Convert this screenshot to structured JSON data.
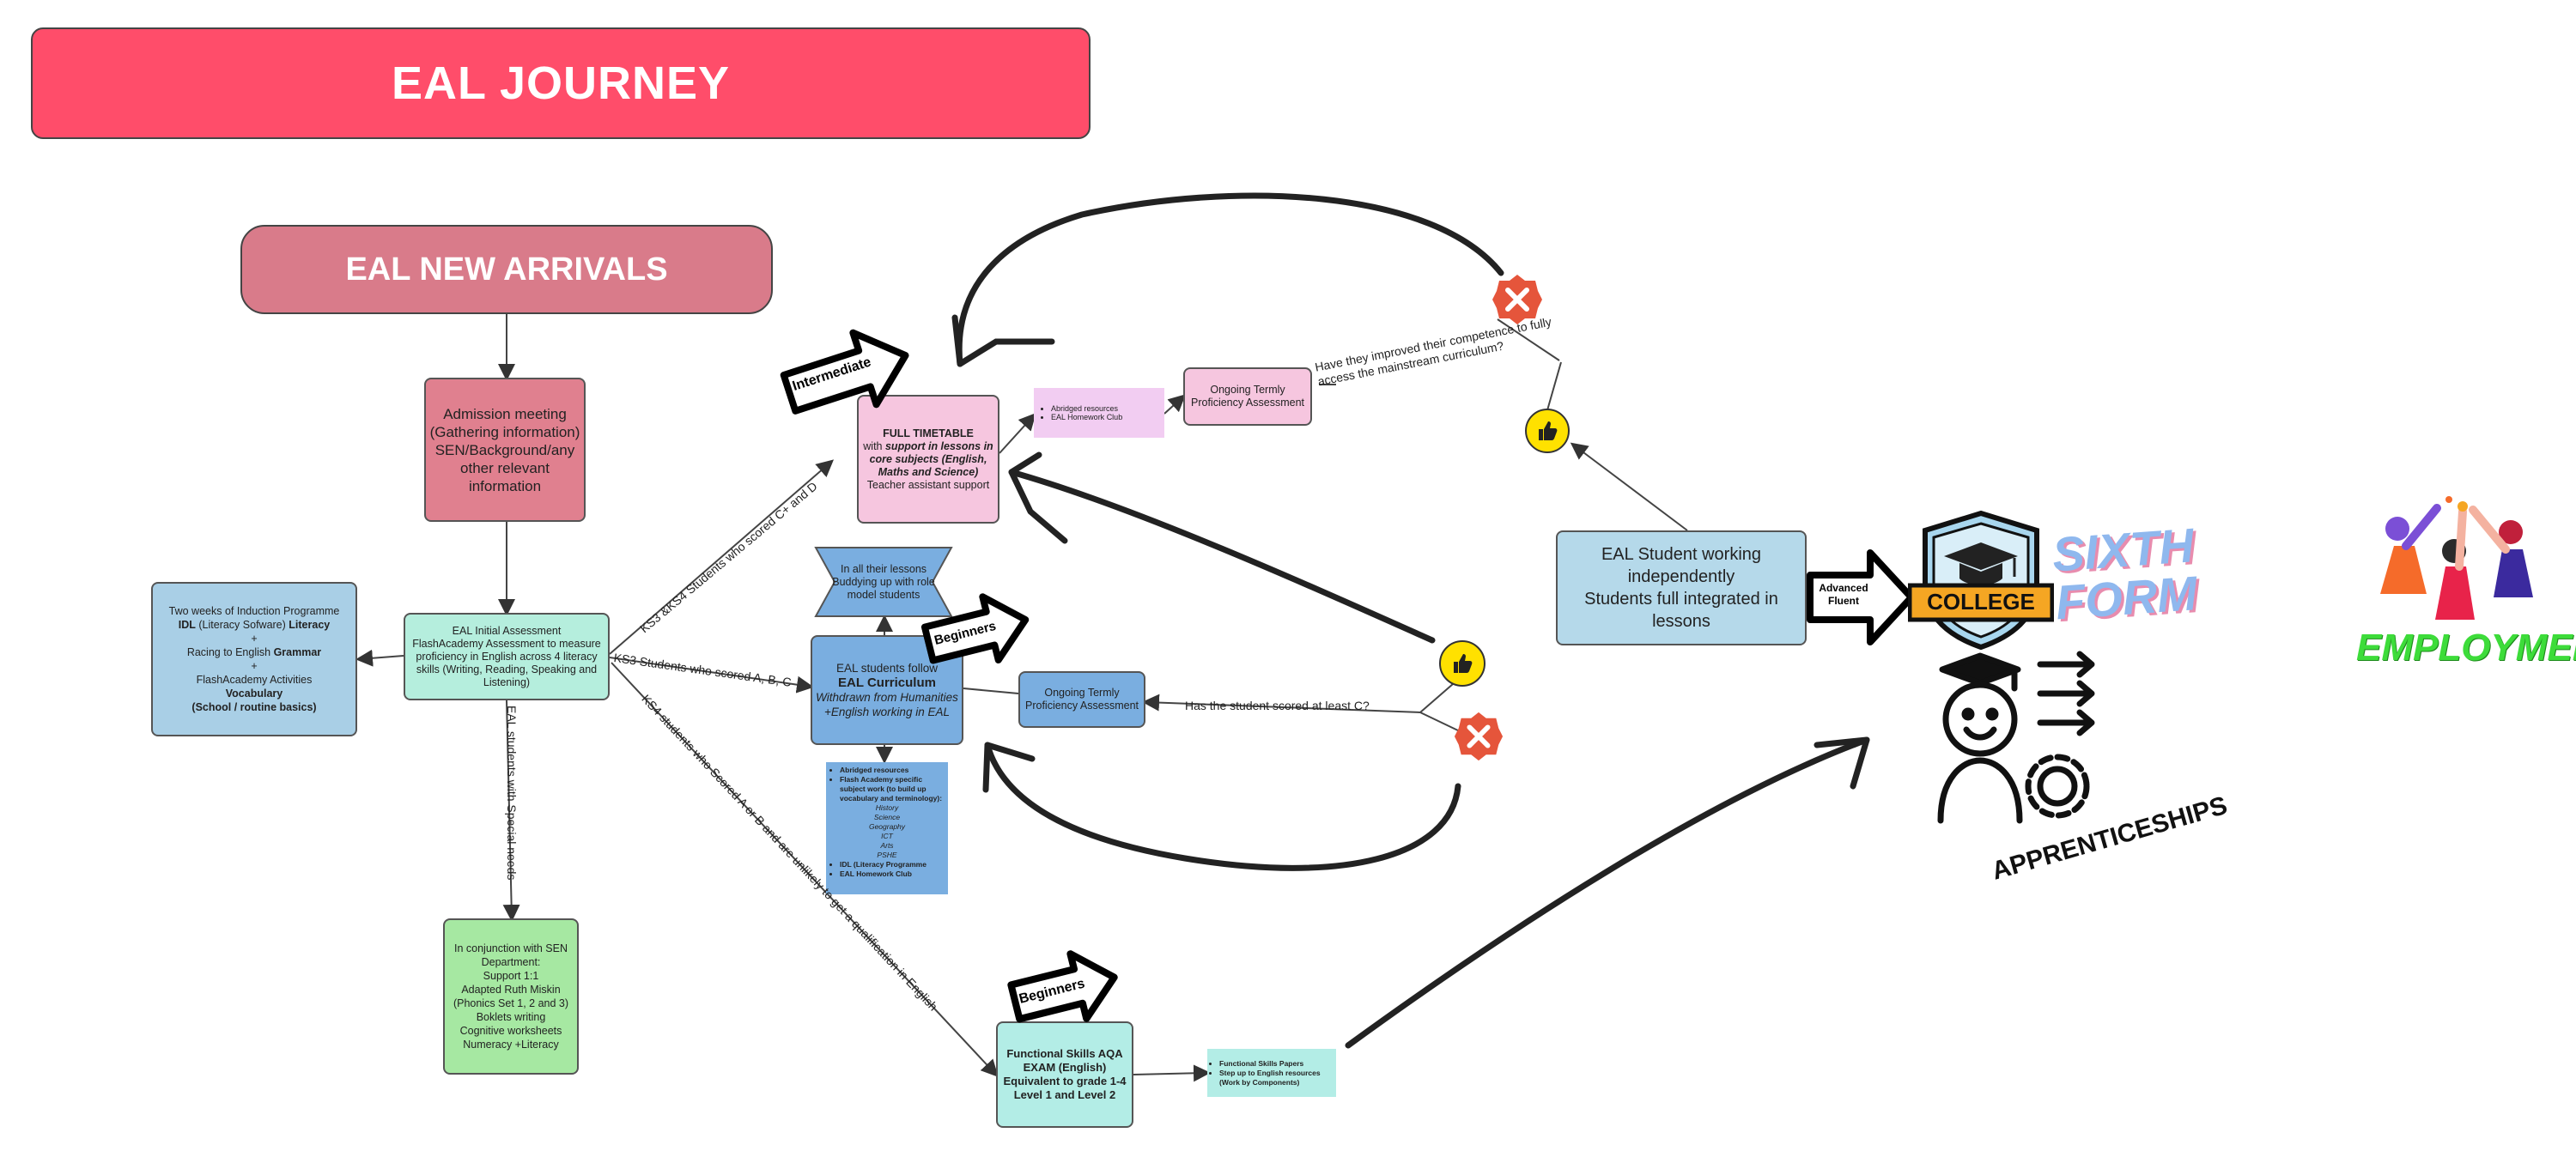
{
  "title": "EAL JOURNEY",
  "new_arrivals": "EAL NEW ARRIVALS",
  "admission": [
    "Admission meeting",
    "(Gathering information)",
    "SEN/Background/any other relevant information"
  ],
  "induction": {
    "l1_pre": "Two weeks of Induction Programme",
    "l2_bold": "IDL",
    "l2_mid": " (Literacy Sofware) ",
    "l2_bold2": "Literacy",
    "plus1": "+",
    "l3_pre": "Racing to English ",
    "l3_bold": "Grammar",
    "plus2": "+",
    "l4": "FlashAcademy Activities",
    "l5": "Vocabulary",
    "l6": "(School / routine basics)"
  },
  "assessment": [
    "EAL Initial Assessment",
    "FlashAcademy Assessment to measure proficiency in English across 4 literacy skills (Writing, Reading, Speaking and Listening)"
  ],
  "sen": [
    "In conjunction with SEN Department:",
    "Support 1:1",
    "Adapted Ruth Miskin (Phonics Set 1, 2 and 3)",
    "Boklets writing",
    "Cognitive worksheets",
    "Numeracy +Literacy"
  ],
  "full_timetable": {
    "heading": "FULL TIMETABLE",
    "with": "with ",
    "italic": "support in lessons in core subjects (English, Maths and Science)",
    "ta": "Teacher assistant support"
  },
  "buddy": [
    "In all their lessons",
    "Buddying up with role model students"
  ],
  "eal_curr": {
    "l1": "EAL students follow",
    "l2": "EAL Curriculum",
    "l3": "Withdrawn from Humanities +English working in EAL"
  },
  "resources_top": [
    "Abridged resources",
    "EAL Homework Club"
  ],
  "resources_mid": {
    "items": [
      "Abridged resources",
      "Flash Academy specific subject work (to build up vocabulary and terminology):"
    ],
    "subjects": [
      "History",
      "Science",
      "Geography",
      "ICT",
      "Arts",
      "PSHE"
    ],
    "items2": [
      "IDL (Literacy Programme",
      "EAL Homework Club"
    ]
  },
  "functional": [
    "Functional  Skills AQA EXAM (English)",
    "Equivalent to grade 1-4",
    "Level 1 and Level 2"
  ],
  "functional_res": [
    "Functional Skills Papers",
    "Step up to English resources (Work by Components)"
  ],
  "ongoing1": "Ongoing Termly Proficiency Assessment",
  "ongoing2": "Ongoing Termly Proficiency Assessment",
  "question1": "Have they improved their competence to fully access the mainstream curriculum?",
  "question2": "Has the student scored at least C?",
  "independent": [
    "EAL Student working independently",
    "Students full integrated in lessons"
  ],
  "route_labels": {
    "ks3_ks4": "KS3 &KS4 Students who scored C+ and D",
    "ks3": "KS3 Students who scored A, B, C",
    "ks4": "KS4 students who Scored A or B and are unlikely to get a qualification in English",
    "special": "EAL students with Special needs"
  },
  "arrows": {
    "intermediate": "Intermediate",
    "beginners1": "Beginners",
    "beginners2": "Beginners",
    "advanced": "Advanced Fluent"
  },
  "destinations": {
    "college": "COLLEGE",
    "sixth_form": "SIXTH FORM",
    "apprenticeships": "APPRENTICESHIPS",
    "employment": "EMPLOYMENT"
  },
  "colors": {
    "title_bg": "#ff4d6a",
    "arrivals_bg": "#d97b8a",
    "admission_bg": "#e0808f",
    "induction_bg": "#a9cfe6",
    "assessment_bg": "#b5eedd",
    "sen_bg": "#a6e8a2",
    "timetable_bg": "#f6c6df",
    "resources_top_bg": "#f2cdf2",
    "blue_bg": "#7aaee0",
    "functional_bg": "#b3ede6",
    "independent_bg": "#b5d9ea",
    "cross": "#e5553b",
    "thumb": "#ffe100",
    "employment": "#3ddc3a",
    "sixth": "#8fb8ee"
  }
}
